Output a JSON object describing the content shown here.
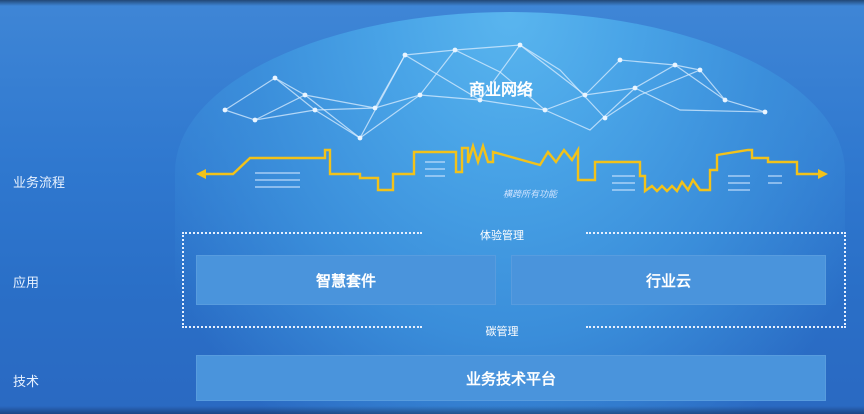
{
  "rows": {
    "business_flow": "业务流程",
    "application": "应用",
    "technology": "技术"
  },
  "dome": {
    "title": "商业网络"
  },
  "flow": {
    "caption": "横跨所有功能"
  },
  "app_layer": {
    "top_label": "体验管理",
    "bottom_label": "碳管理",
    "left_block": "智慧套件",
    "right_block": "行业云"
  },
  "tech_layer": {
    "block": "业务技术平台"
  },
  "colors": {
    "background": "#2f78cf",
    "block": "#4a94dc",
    "flow_line": "#f2c21a",
    "network_line": "#dbeeff"
  }
}
